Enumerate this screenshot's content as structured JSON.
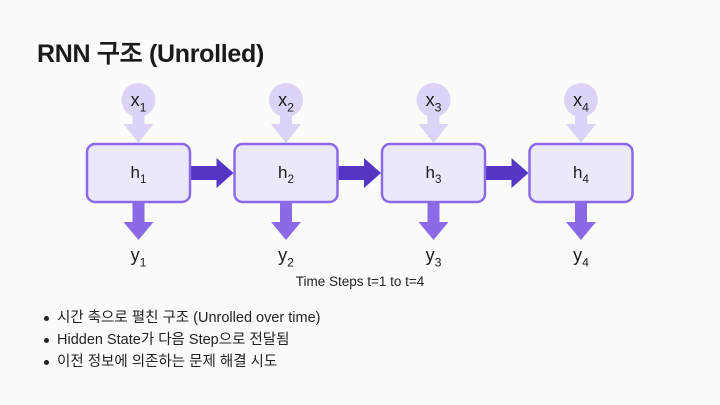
{
  "title": "RNN 구조 (Unrolled)",
  "diagram": {
    "colors": {
      "input_fill": "#dcd3f6",
      "box_fill": "#ece8fb",
      "box_stroke": "#8a6ae6",
      "output_arrow": "#8a6ae6",
      "recurrent_arrow": "#5535c4"
    },
    "steps": [
      {
        "input": "x",
        "input_sub": "1",
        "hidden": "h",
        "hidden_sub": "1",
        "output": "y",
        "output_sub": "1"
      },
      {
        "input": "x",
        "input_sub": "2",
        "hidden": "h",
        "hidden_sub": "2",
        "output": "y",
        "output_sub": "2"
      },
      {
        "input": "x",
        "input_sub": "3",
        "hidden": "h",
        "hidden_sub": "3",
        "output": "y",
        "output_sub": "3"
      },
      {
        "input": "x",
        "input_sub": "4",
        "hidden": "h",
        "hidden_sub": "4",
        "output": "y",
        "output_sub": "4"
      }
    ],
    "caption": "Time Steps t=1 to t=4"
  },
  "bullets": [
    "시간 축으로 펼친 구조 (Unrolled over time)",
    "Hidden State가 다음 Step으로 전달됨",
    "이전 정보에 의존하는 문제 해결 시도"
  ]
}
